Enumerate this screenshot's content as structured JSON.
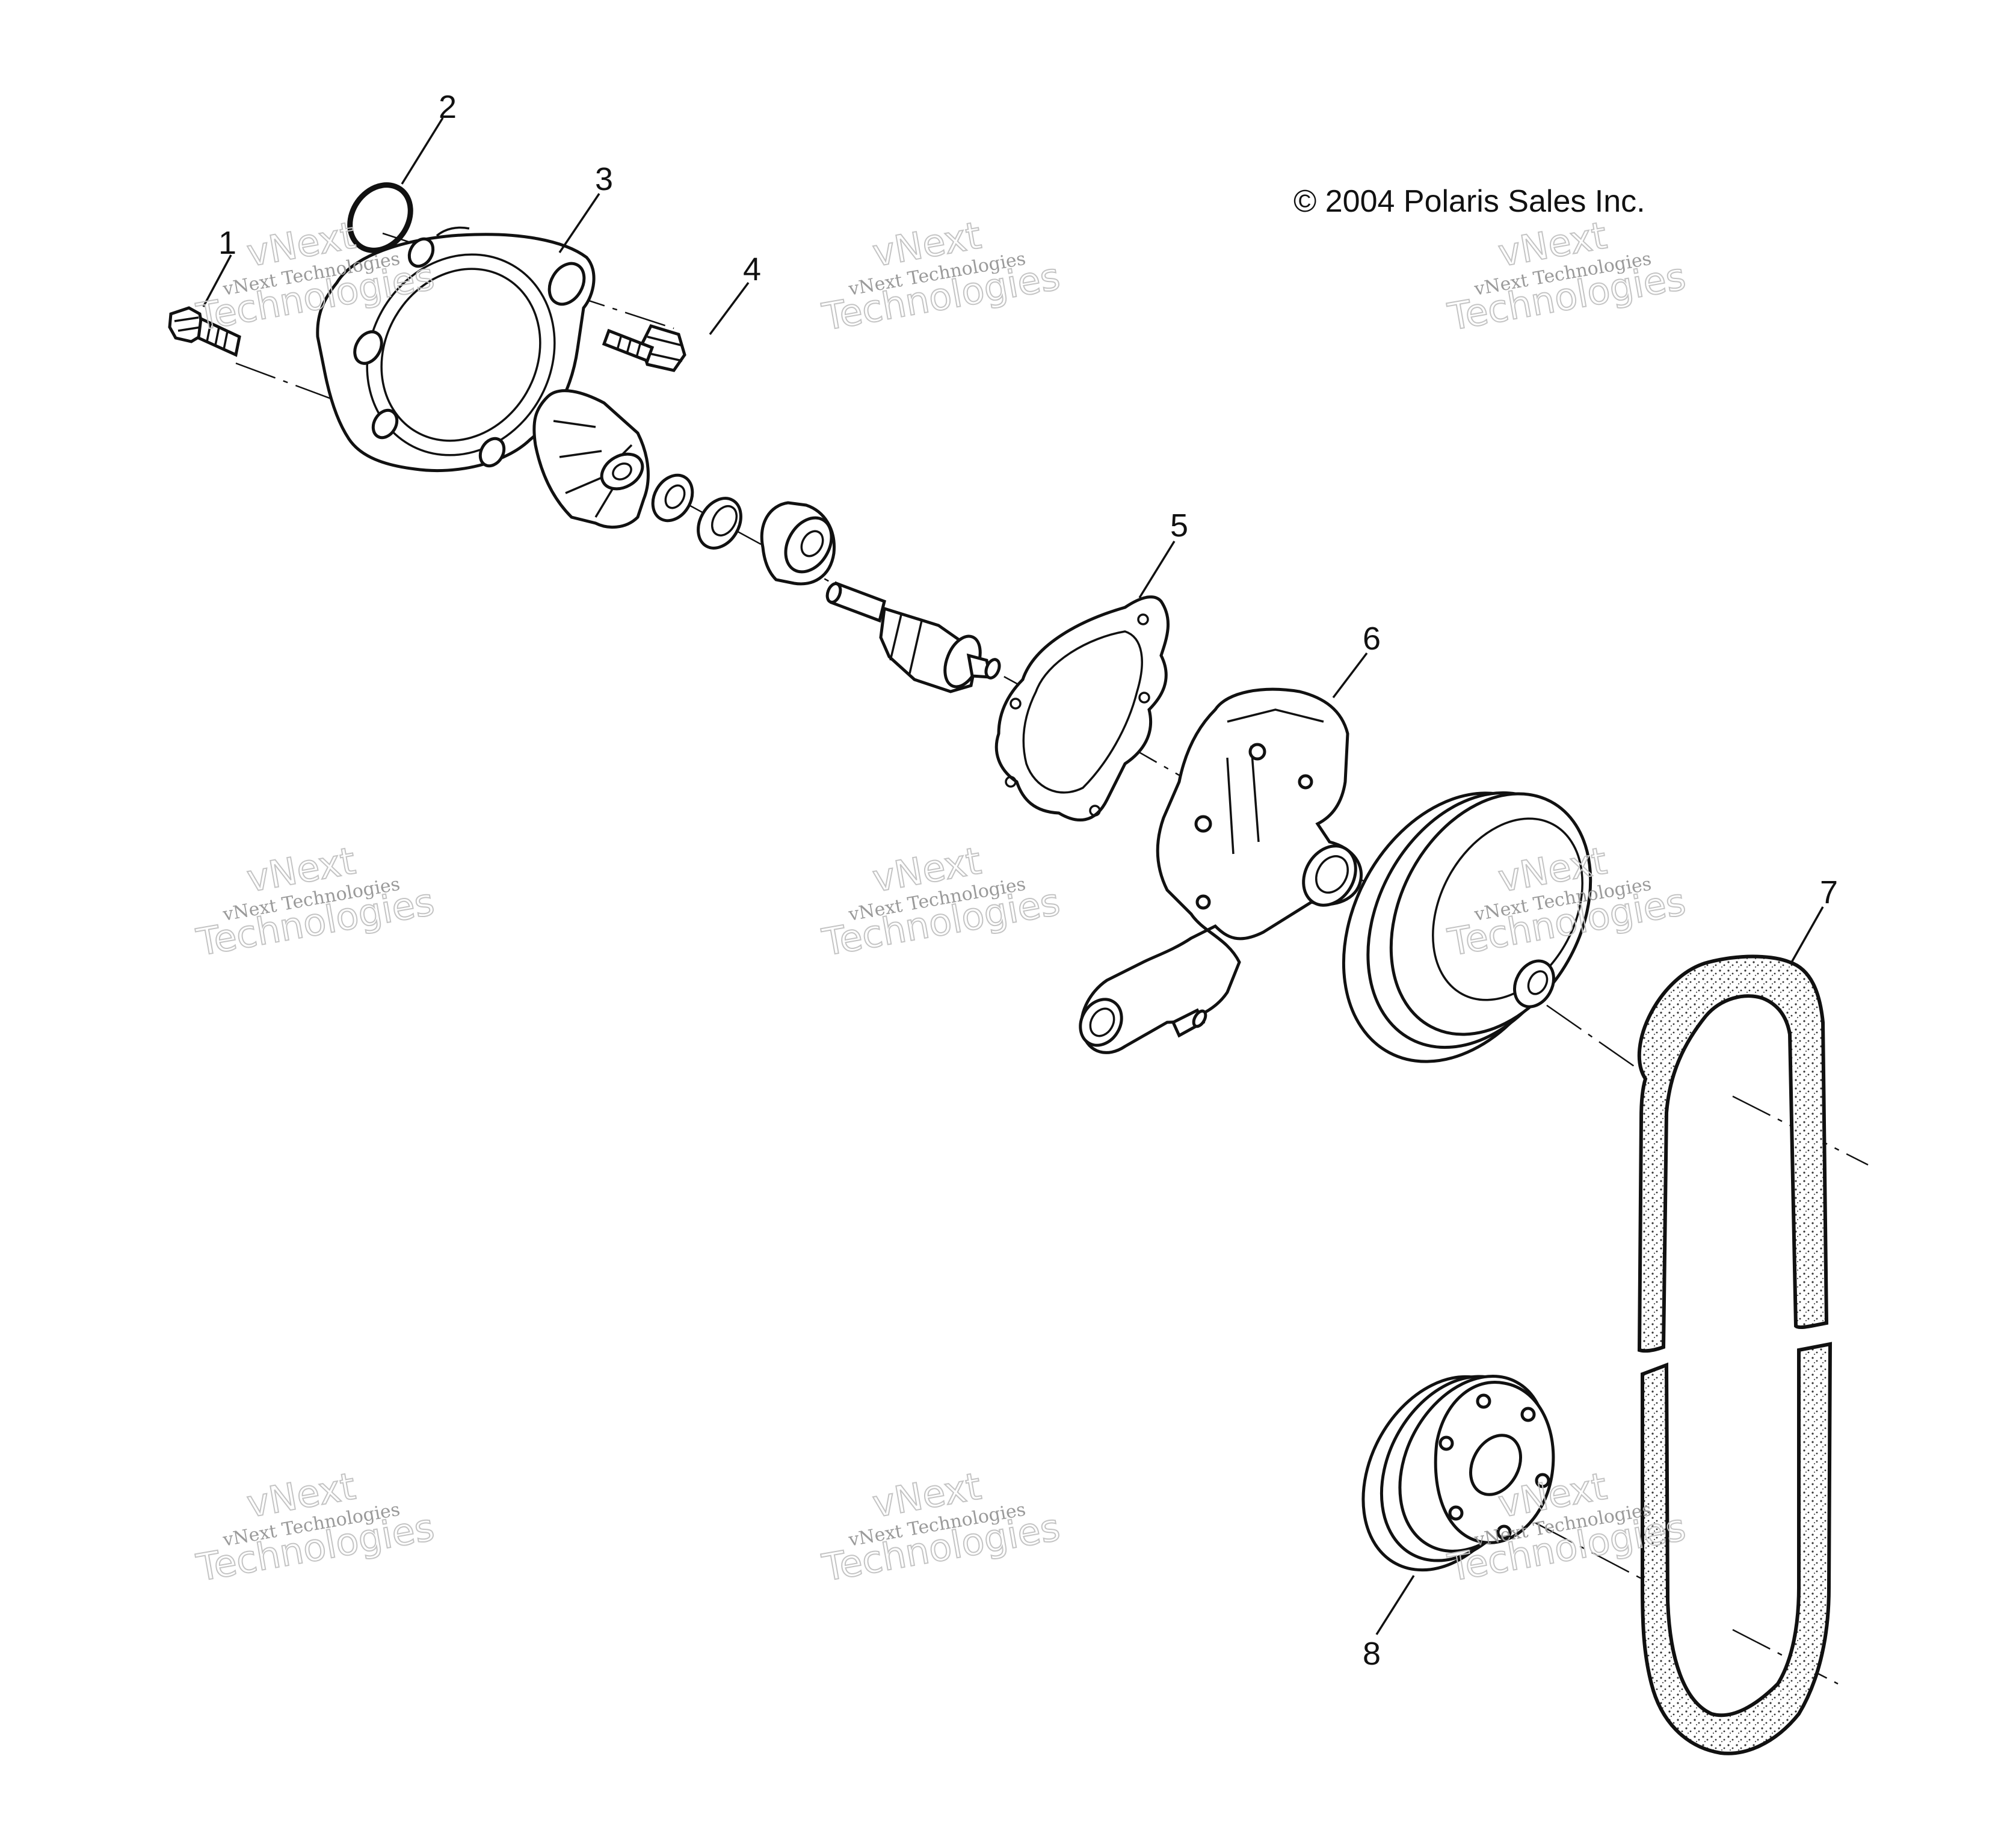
{
  "copyright": "© 2004 Polaris Sales Inc.",
  "callouts": [
    "1",
    "2",
    "3",
    "4",
    "5",
    "6",
    "7",
    "8"
  ],
  "watermark": {
    "line1": "vNext",
    "line2": "vNext Technologies",
    "line3": "Technologies"
  }
}
